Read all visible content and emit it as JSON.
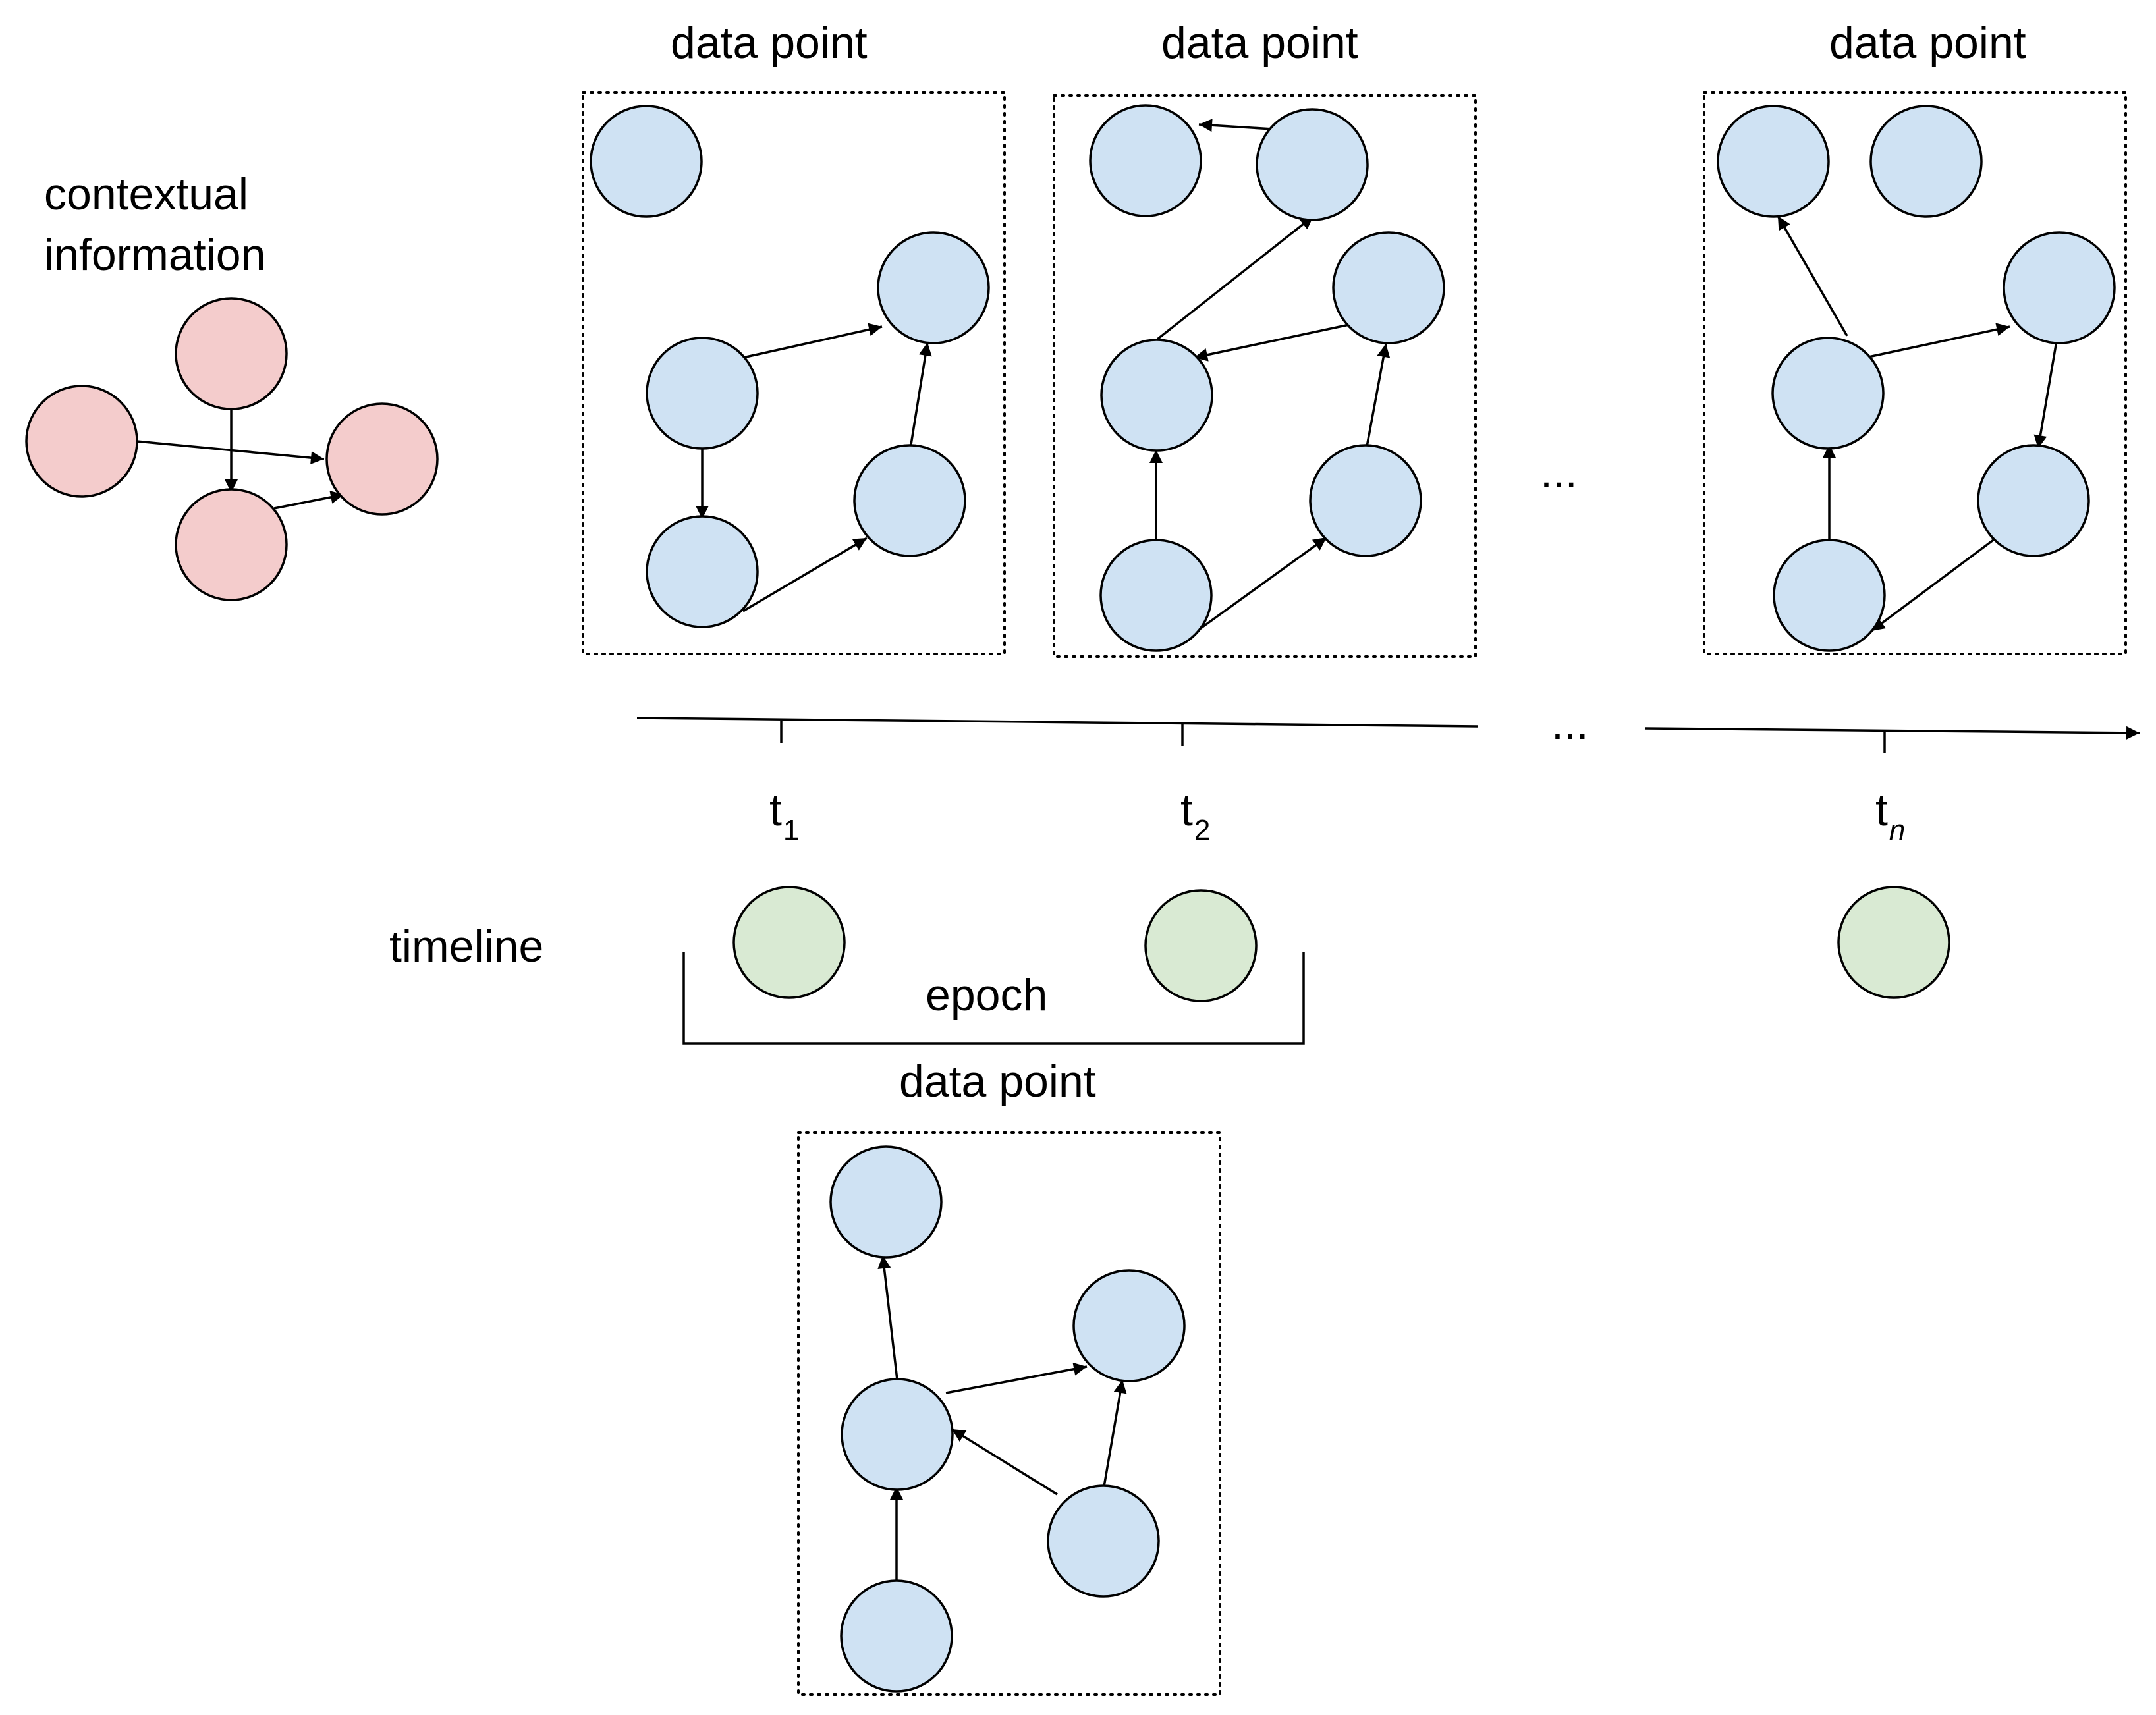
{
  "colors": {
    "context_node": "#f4cccc",
    "data_node": "#cfe2f3",
    "time_node": "#d9ead3",
    "stroke": "#000000"
  },
  "labels": {
    "context_line1": "contextual",
    "context_line2": "information",
    "data_point": "data point",
    "timeline": "timeline",
    "epoch": "epoch",
    "ellipsis": "...",
    "t1_base": "t",
    "t1_sub": "1",
    "t2_base": "t",
    "t2_sub": "2",
    "tn_base": "t",
    "tn_sub": "n"
  }
}
